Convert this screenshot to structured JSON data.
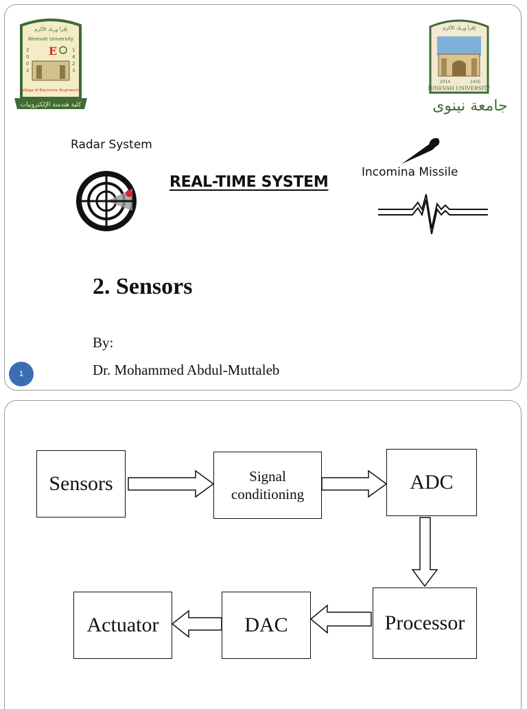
{
  "slide1": {
    "radar_label": "Radar System",
    "headline": "REAL-TIME SYSTEM",
    "missile_label": "Incomina Missile",
    "title": "2. Sensors",
    "by": "By:",
    "author": "Dr. Mohammed Abdul-Muttaleb",
    "page_number": "1",
    "left_logo": {
      "top_arabic": "إقرأ وربك الأكرم",
      "university": "Ninevah University",
      "year_left": "2002",
      "year_right": "1423",
      "college": "College of Electronic Engineering",
      "arabic_college": "كلية هندسة الإلكترونيات"
    },
    "right_logo": {
      "top_arabic": "إقرأ وربك الأكرم",
      "year_left": "2014",
      "year_right": "1435",
      "university": "NINEVAH UNIVERSITY",
      "arabic_name": "جامعة نينوى"
    }
  },
  "slide2": {
    "blocks": {
      "sensors": "Sensors",
      "signal_line1": "Signal",
      "signal_line2": "conditioning",
      "adc": "ADC",
      "processor": "Processor",
      "dac": "DAC",
      "actuator": "Actuator"
    }
  },
  "colors": {
    "badge": "#3b6db4",
    "logo_green": "#3f6b35",
    "radar_red": "#e0222a"
  }
}
